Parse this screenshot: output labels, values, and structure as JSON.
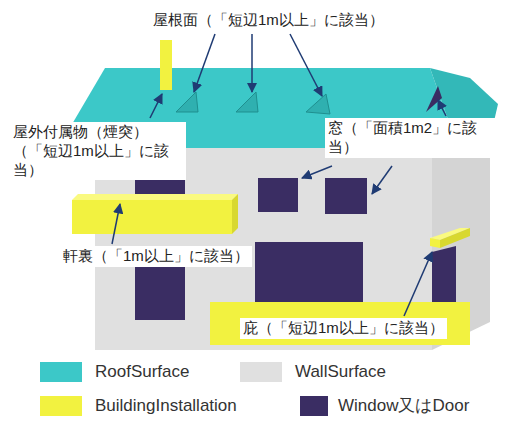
{
  "diagram": {
    "labels": [
      "屋根面（「短辺1m以上」に該当）",
      "屋外付属物（煙突）（「短辺1m以上」に該当）",
      "窓（「面積1m2」に該当）",
      "軒裏（「1m以上」に該当）",
      "庇（「短辺1m以上」に該当）"
    ],
    "legend": [
      {
        "text": "RoofSurface",
        "color": "#3cc8c8"
      },
      {
        "text": "WallSurface",
        "color": "#e0e0e0"
      },
      {
        "text": "BuildingInstallation",
        "color": "#f2f240"
      },
      {
        "text": "Window又はDoor",
        "color": "#3a2d63"
      }
    ]
  }
}
